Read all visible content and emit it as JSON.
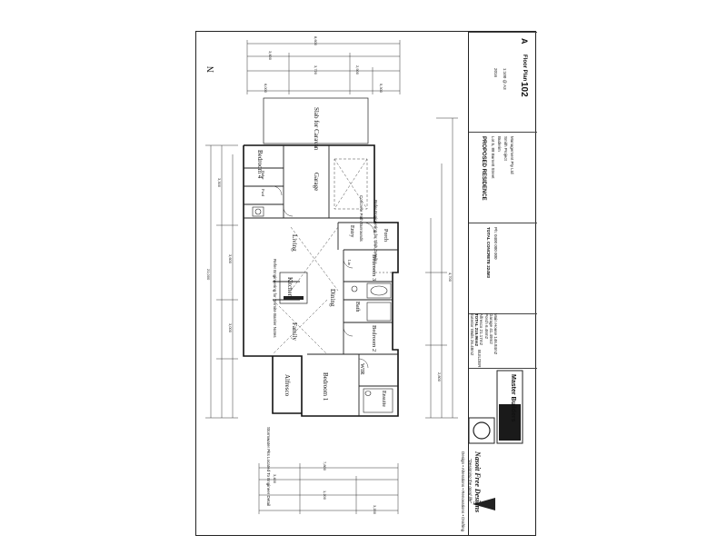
{
  "plan": {
    "north": "N",
    "rooms": {
      "bedroom4": "Bedroom 4",
      "garage": "Garage",
      "slab": "Slab for Caravan",
      "living": "Living",
      "entry": "Entry",
      "porch": "Porch",
      "kitchen": "Kitchen",
      "dining": "Dining",
      "bedroom3": "Bedroom 3",
      "bath": "Bath",
      "family": "Family",
      "bedroom2": "Bedroom 2",
      "alfresco": "Alfresco",
      "bedroom1": "Bedroom 1",
      "wir": "WIR",
      "ensuite": "Ensuite",
      "pwd": "Pwd",
      "robe": "Robe",
      "linen": "Lin"
    },
    "dims": {
      "overall_length": "21,000",
      "overall_width": "8,600",
      "top1": "3,600",
      "top2": "3,720",
      "top3": "2,900",
      "top4": "6,000",
      "top5": "5,300",
      "bottom1": "7,800",
      "bottom2": "3,400",
      "bottom3": "1,200",
      "bottom4": "3,200",
      "side1": "3,300",
      "side2": "3,600",
      "side3": "3,000",
      "side4": "4,700",
      "side5": "2,800"
    },
    "notes": {
      "n1": "Stormwater Pits Located To Engineer Detail",
      "n2": "Refer Engineering for Slab Details",
      "n3": "Concrete Path Surrounds",
      "n4": "Refer Engineering for Termite Barrier Notes"
    }
  },
  "title_block": {
    "company": "Nasoit Free Designs",
    "tagline": "\"Designing the good life\"",
    "services": "Design • Alterations • Renovations • Drafting",
    "logo_label": "Master Builders",
    "project_heading": "PROPOSED RESIDENCE",
    "address": "Lot 5, 88 Burnett Street",
    "suburb": "Buderim",
    "owner": "Smith Project",
    "builder": "Management Pty Ltd",
    "sheet_title": "Floor Plan",
    "drawing_no": "102",
    "revision": "A",
    "scale": "1:100 @ A3",
    "date": "2016",
    "areas": [
      {
        "label": "Main House",
        "value": "146.84m2"
      },
      {
        "label": "Garage",
        "value": "41.49m2"
      },
      {
        "label": "Porch",
        "value": "6.46m2"
      },
      {
        "label": "Alfresco",
        "value": "21.17m2"
      },
      {
        "label": "TOTAL",
        "value": "215.96m2"
      },
      {
        "label": "Exterior Walls",
        "value": "26.48m2"
      }
    ],
    "client_sign": "BUILDER",
    "total_note": "TOTAL CONCRETE 224M3",
    "contact": "Ph: 0400 000 000"
  }
}
